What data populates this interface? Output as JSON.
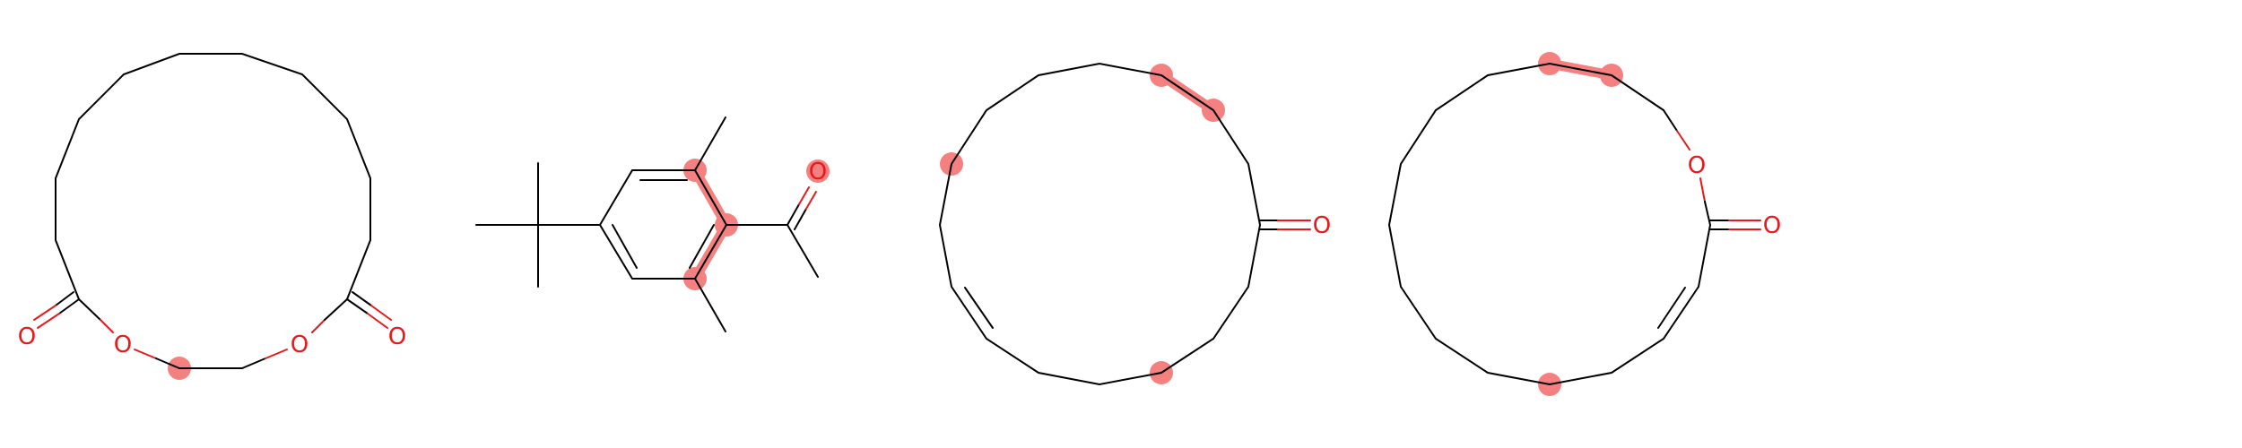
{
  "figure": {
    "molecules": [
      {
        "oxygen_labels": [
          "O",
          "O",
          "O",
          "O"
        ]
      },
      {
        "oxygen_labels": [
          "O"
        ]
      },
      {
        "oxygen_labels": [
          "O"
        ]
      },
      {
        "oxygen_labels": [
          "O",
          "O"
        ]
      }
    ],
    "colors": {
      "bond": "#000000",
      "heteroatom": "#e8191a",
      "highlight": "#f58080",
      "background": "#ffffff"
    }
  }
}
